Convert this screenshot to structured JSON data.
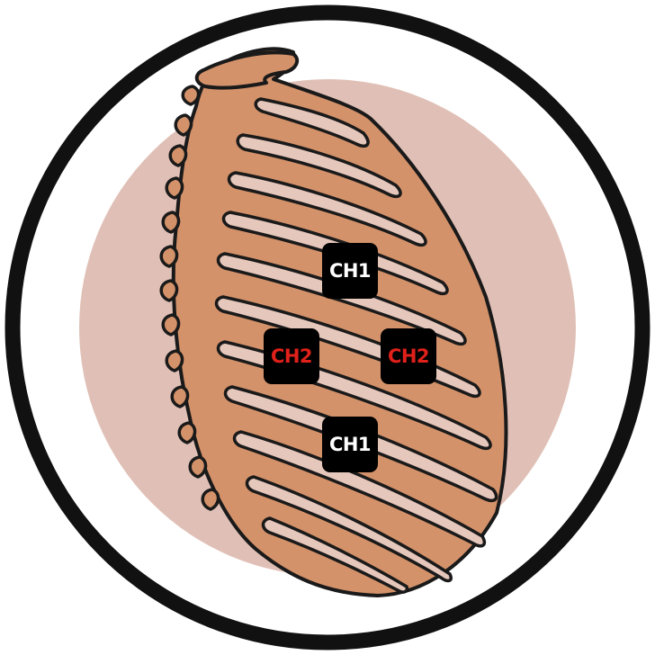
{
  "colors": {
    "ring": "#111111",
    "torso_background": "#e0c0b6",
    "bone": "#d4926a",
    "outline": "#1a1a1a",
    "gap": "#e6c7bc",
    "pad_background": "#000000",
    "ch1_text": "#ffffff",
    "ch2_text": "#e0201a"
  },
  "illustration": {
    "subject": "rib-cage-icon",
    "frame": "circle-frame"
  },
  "electrodes": [
    {
      "channel": "CH1",
      "color": "#ffffff"
    },
    {
      "channel": "CH2",
      "color": "#e0201a"
    },
    {
      "channel": "CH2",
      "color": "#e0201a"
    },
    {
      "channel": "CH1",
      "color": "#ffffff"
    }
  ]
}
